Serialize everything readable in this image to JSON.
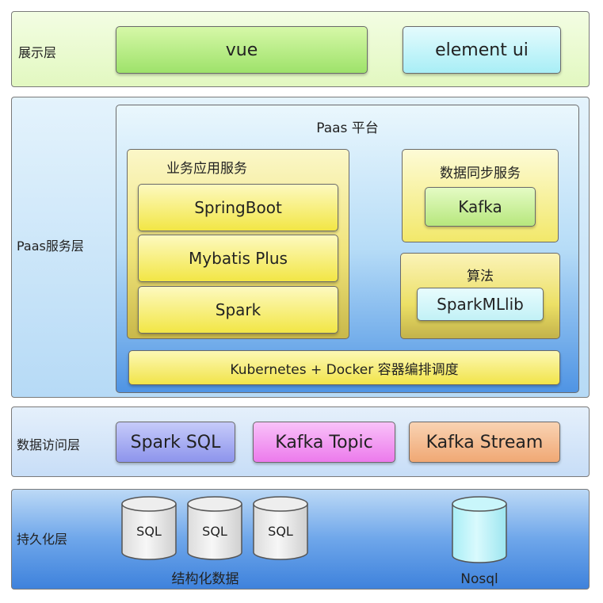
{
  "layers": {
    "presentation": {
      "label": "展示层",
      "items": [
        "vue",
        "element ui"
      ]
    },
    "paas": {
      "label": "Paas服务层",
      "platform_title": "Paas 平台",
      "business": {
        "title": "业务应用服务",
        "items": [
          "SpringBoot",
          "Mybatis Plus",
          "Spark"
        ]
      },
      "sync": {
        "title": "数据同步服务",
        "item": "Kafka"
      },
      "algo": {
        "title": "算法",
        "item": "SparkMLlib"
      },
      "k8s": "Kubernetes + Docker 容器编排调度"
    },
    "data_access": {
      "label": "数据访问层",
      "items": [
        "Spark SQL",
        "Kafka Topic",
        "Kafka Stream"
      ]
    },
    "persistence": {
      "label": "持久化层",
      "sql_label": "SQL",
      "structured_label": "结构化数据",
      "nosql_label": "Nosql"
    }
  },
  "colors": {
    "presentation_bg": "#eafcd0",
    "paas_bg": "#cfe7fa",
    "data_access_bg": "#d6e8fb",
    "persistence_bg": "#4d8de0",
    "platform_bg": "#5aa0ea",
    "yellow": "#f5ee6f",
    "green": "#bde97f",
    "cyan": "#c9f5f9",
    "purple": "#a2a9f0",
    "pink": "#f08ef0",
    "orange": "#f4b98a"
  }
}
